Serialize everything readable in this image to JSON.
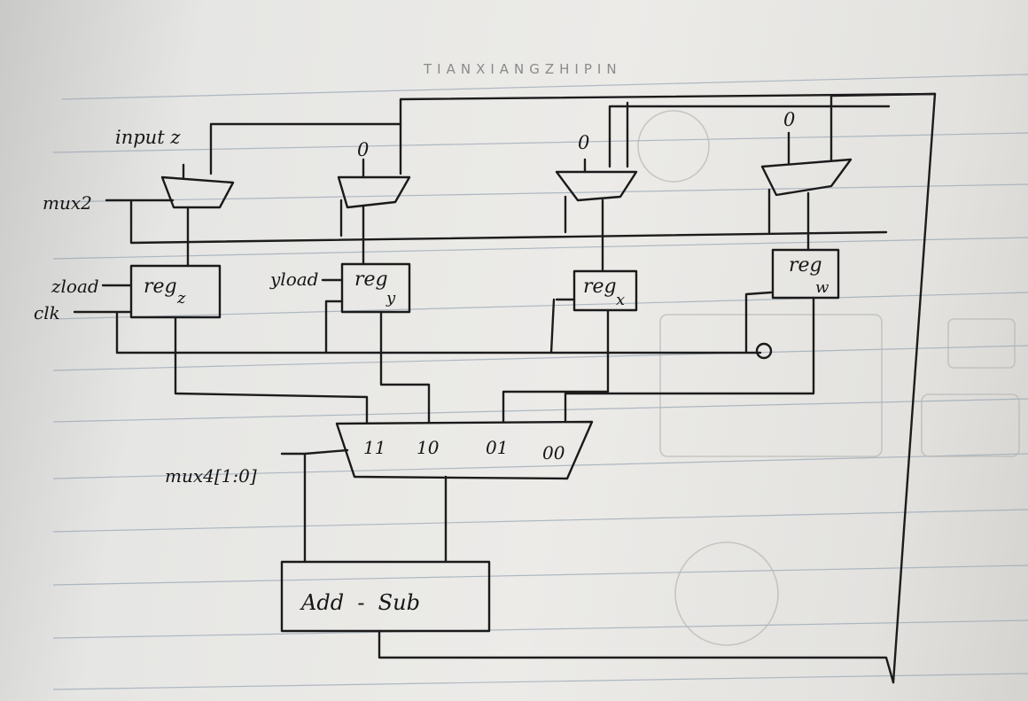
{
  "header": {
    "brand": "TIANXIANGZHIPIN"
  },
  "muxes": {
    "mux_z": {
      "input_label": "input z"
    },
    "mux_y": {
      "input_label": "0"
    },
    "mux_x": {
      "input_label": "0"
    },
    "mux_w": {
      "input_label": "0"
    }
  },
  "signals": {
    "mux2": "mux2",
    "zload": "zload",
    "yload": "yload",
    "clk": "clk",
    "mux4_sel": "mux4[1:0]"
  },
  "registers": {
    "reg_z": {
      "name": "reg",
      "sub": "z"
    },
    "reg_y": {
      "name": "reg",
      "sub": "y"
    },
    "reg_x": {
      "name": "reg",
      "sub": "x"
    },
    "reg_w": {
      "name": "reg",
      "sub": "w"
    }
  },
  "mux4": {
    "inputs": [
      "11",
      "10",
      "01",
      "00"
    ]
  },
  "alu": {
    "label": "Add  -  Sub"
  }
}
